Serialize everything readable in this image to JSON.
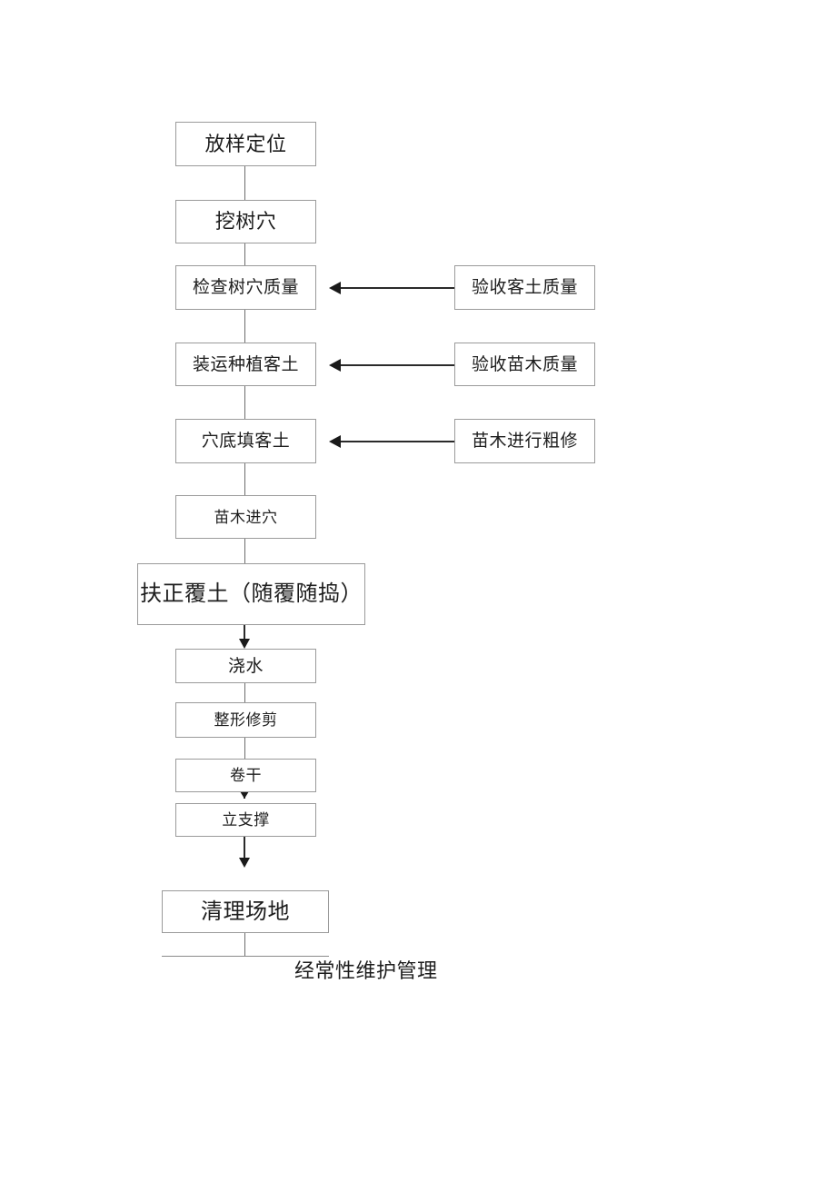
{
  "diagram": {
    "title_text": "",
    "background_color": "#ffffff",
    "box_border_color": "#9a9a9a",
    "connector_color": "#2a2a2a",
    "text_color": "#1d1d1d",
    "main_flow": [
      {
        "id": "step1",
        "label": "放样定位"
      },
      {
        "id": "step2",
        "label": "挖树穴"
      },
      {
        "id": "step3",
        "label": "检查树穴质量"
      },
      {
        "id": "step4",
        "label": "装运种植客土"
      },
      {
        "id": "step5",
        "label": "穴底填客土"
      },
      {
        "id": "step6",
        "label": "苗木进穴"
      },
      {
        "id": "step7",
        "label": "扶正覆土（随覆随捣）"
      },
      {
        "id": "step8",
        "label": "浇水"
      },
      {
        "id": "step9",
        "label": "整形修剪"
      },
      {
        "id": "step10",
        "label": "卷干"
      },
      {
        "id": "step11",
        "label": "立支撑"
      },
      {
        "id": "step12",
        "label": "清理场地"
      }
    ],
    "side_inputs": [
      {
        "id": "side1",
        "label": "验收客土质量",
        "targets": "检查树穴质量"
      },
      {
        "id": "side2",
        "label": "验收苗木质量",
        "targets": "装运种植客土"
      },
      {
        "id": "side3",
        "label": "苗木进行粗修",
        "targets": "穴底填客土"
      }
    ],
    "annotations": [
      {
        "id": "note1",
        "label": "经常性维护管理"
      }
    ]
  }
}
